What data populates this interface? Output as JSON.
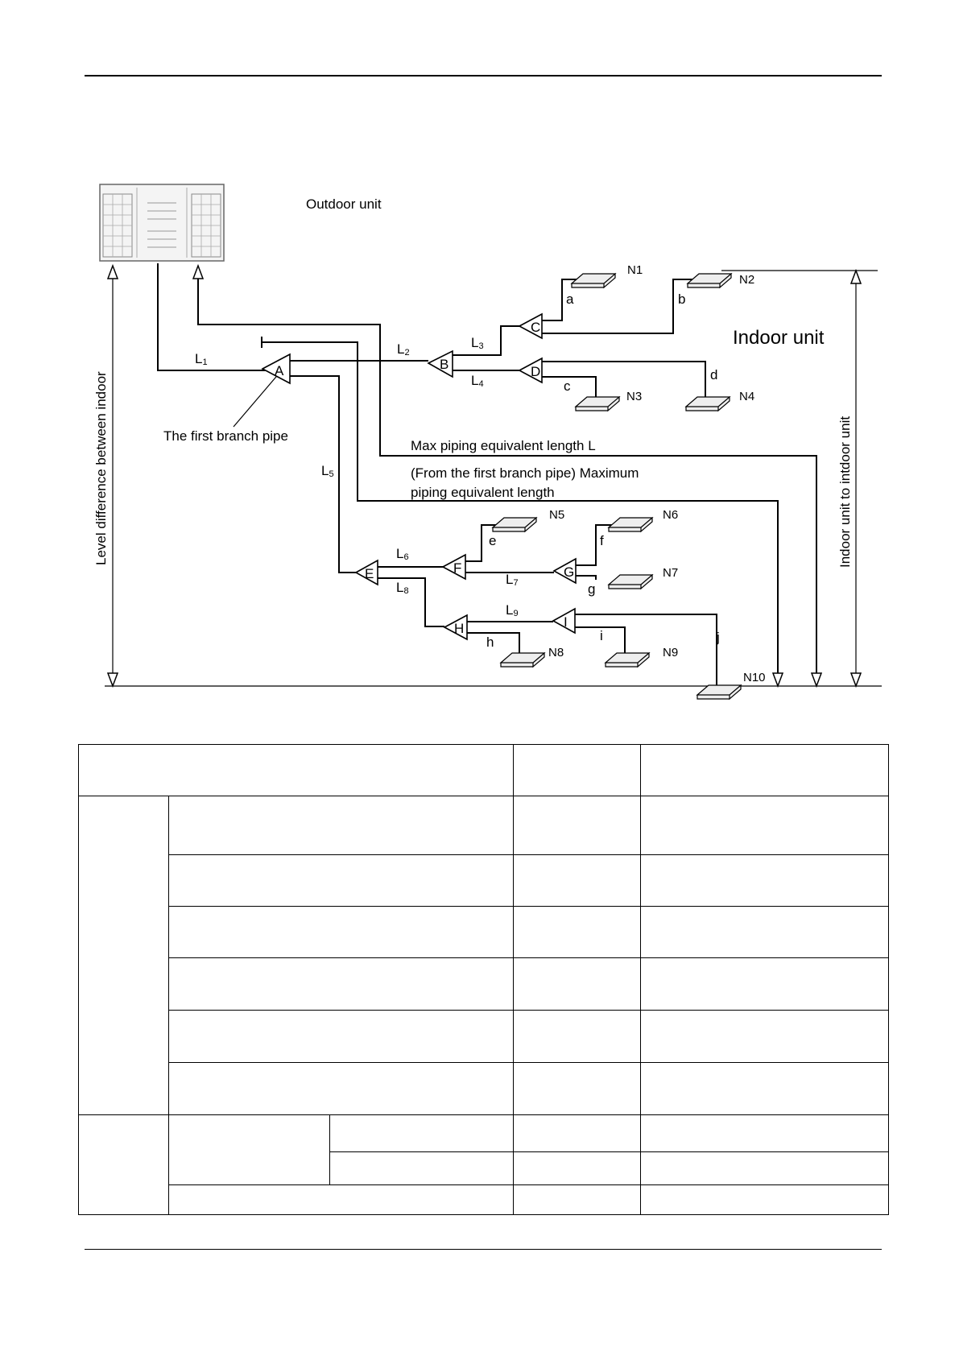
{
  "diagram": {
    "outdoor_label": "Outdoor unit",
    "indoor_label": "Indoor unit",
    "first_branch_label": "The first branch pipe",
    "max_length_label": "Max piping equivalent length L",
    "from_first_line1": "(From the first branch pipe) Maximum",
    "from_first_line2": "piping equivalent length",
    "level_outdoor_indoor": "Level difference between indoor",
    "level_indoor_indoor": "Indoor unit to intdoor unit",
    "branch_joints": [
      "A",
      "B",
      "C",
      "D",
      "E",
      "F",
      "G",
      "H",
      "I"
    ],
    "main_pipes": [
      {
        "base": "L",
        "sub": "1"
      },
      {
        "base": "L",
        "sub": "2"
      },
      {
        "base": "L",
        "sub": "3"
      },
      {
        "base": "L",
        "sub": "4"
      },
      {
        "base": "L",
        "sub": "5"
      },
      {
        "base": "L",
        "sub": "6"
      },
      {
        "base": "L",
        "sub": "7"
      },
      {
        "base": "L",
        "sub": "8"
      },
      {
        "base": "L",
        "sub": "9"
      }
    ],
    "branch_pipes": [
      "a",
      "b",
      "c",
      "d",
      "e",
      "f",
      "g",
      "h",
      "i",
      "j"
    ],
    "indoor_units": [
      "N1",
      "N2",
      "N3",
      "N4",
      "N5",
      "N6",
      "N7",
      "N8",
      "N9",
      "N10"
    ]
  },
  "table": {
    "rows": 10,
    "note": ""
  }
}
